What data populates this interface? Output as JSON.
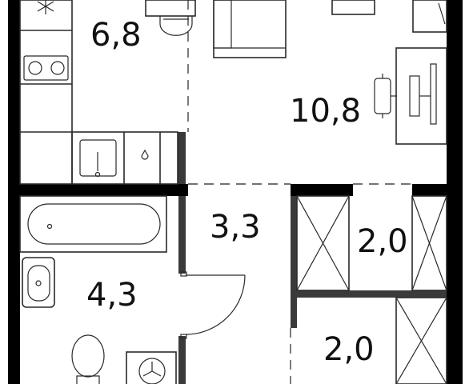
{
  "rooms": [
    {
      "id": "kitchen",
      "area": "6,8"
    },
    {
      "id": "living-room",
      "area": "10,8"
    },
    {
      "id": "hallway",
      "area": "3,3"
    },
    {
      "id": "bathroom",
      "area": "4,3"
    },
    {
      "id": "storage-upper",
      "area": "2,0"
    },
    {
      "id": "storage-lower",
      "area": "2,0"
    }
  ],
  "colors": {
    "wall": "#000000",
    "inner_wall": "#3a3a3a",
    "fixture_line": "#2a2a2a",
    "background": "#ffffff"
  },
  "icons": [
    "stove-icon",
    "sink-icon",
    "bathtub-icon",
    "washbasin-icon",
    "toilet-icon",
    "washing-machine-icon",
    "desk-chair-icon",
    "monitor-icon",
    "sofa-icon",
    "wardrobe-icon"
  ]
}
